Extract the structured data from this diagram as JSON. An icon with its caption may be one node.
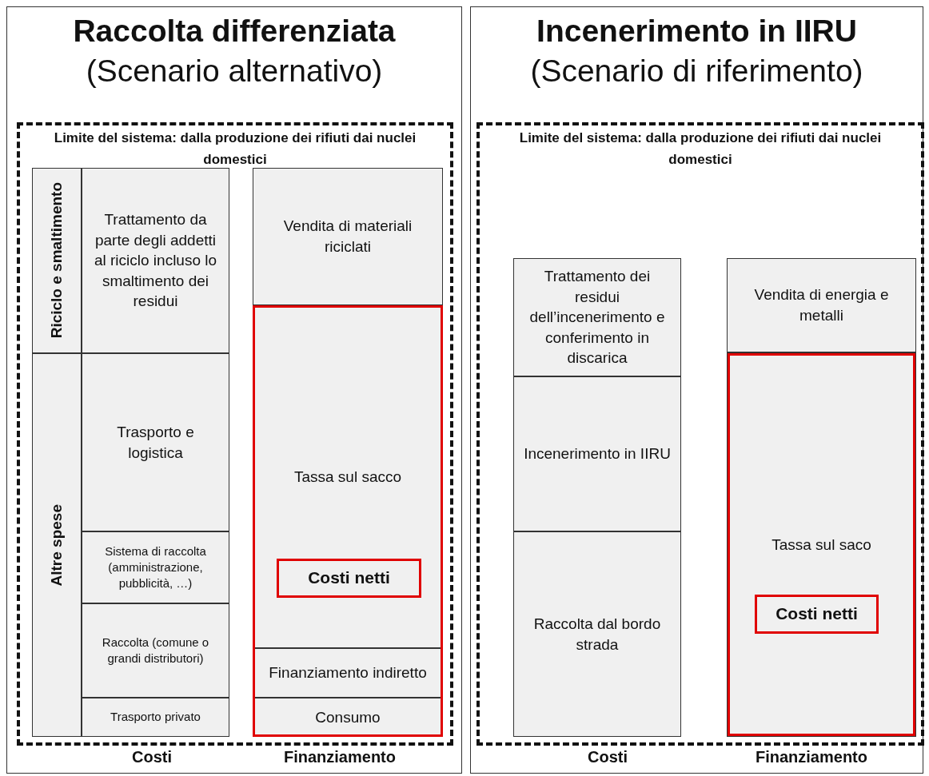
{
  "diagram": {
    "nodes": [
      {
        "text": [
          "Raccolta differenziata",
          "(Scenario alternativo)"
        ]
      },
      {
        "text": [
          "Limite del sistema: dalla produzione dei rifiuti dai nuclei domestici"
        ],
        "in": 0
      },
      {
        "text": [
          "Riciclo e smaltimento"
        ],
        "in": 1
      },
      {
        "text": [
          "Trattamento da parte degli addetti al riciclo incluso lo smaltimento dei residui"
        ],
        "in": 1
      },
      {
        "text": [
          "Altre spese"
        ],
        "in": 1
      },
      {
        "text": [
          "Trasporto e logistica"
        ],
        "in": 1
      },
      {
        "text": [
          "Sistema di raccolta (amministrazione, pubblicità, …)"
        ],
        "in": 1
      },
      {
        "text": [
          "Raccolta (comune o grandi distributori)"
        ],
        "in": 1
      },
      {
        "text": [
          "Trasporto privato"
        ],
        "in": 1
      },
      {
        "text": [
          "Vendita di materiali riciclati"
        ],
        "in": 1
      },
      {
        "text": [],
        "shape": "box",
        "in": 1
      },
      {
        "text": [
          "Tassa sul sacco"
        ],
        "in": 10
      },
      {
        "text": [
          "Costi netti"
        ],
        "in": 11
      },
      {
        "text": [
          "Finanziamento indiretto"
        ],
        "in": 10
      },
      {
        "text": [
          "Consumo"
        ],
        "in": 10
      },
      {
        "text": [
          "Incenerimento in IIRU",
          "(Scenario di riferimento)"
        ]
      },
      {
        "text": [
          "Limite del sistema: dalla produzione dei rifiuti dai nuclei domestici"
        ],
        "in": 15
      },
      {
        "text": [
          "Trattamento dei residui dell’incenerimento e conferimento in discarica"
        ],
        "in": 16
      },
      {
        "text": [
          "Incenerimento in IIRU"
        ],
        "in": 16
      },
      {
        "text": [
          "Raccolta dal bordo strada"
        ],
        "in": 16
      },
      {
        "text": [
          "Vendita di energia e metalli"
        ],
        "in": 16
      },
      {
        "text": [
          "Tassa sul saco"
        ],
        "in": 16
      },
      {
        "text": [
          "Costi netti"
        ],
        "in": 21
      }
    ],
    "labels": [
      "Costi",
      "Finanziamento",
      "Costi",
      "Finanziamento"
    ]
  }
}
